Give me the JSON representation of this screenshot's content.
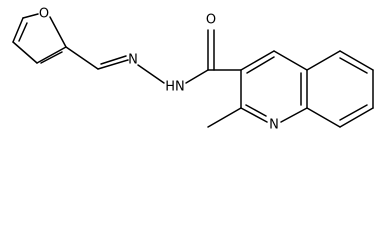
{
  "atoms": {
    "furan_oxygen": "O",
    "carbonyl_oxygen": "O",
    "imine_nitrogen": "N",
    "amide_nh": "HN",
    "quinoline_nitrogen": "N"
  }
}
